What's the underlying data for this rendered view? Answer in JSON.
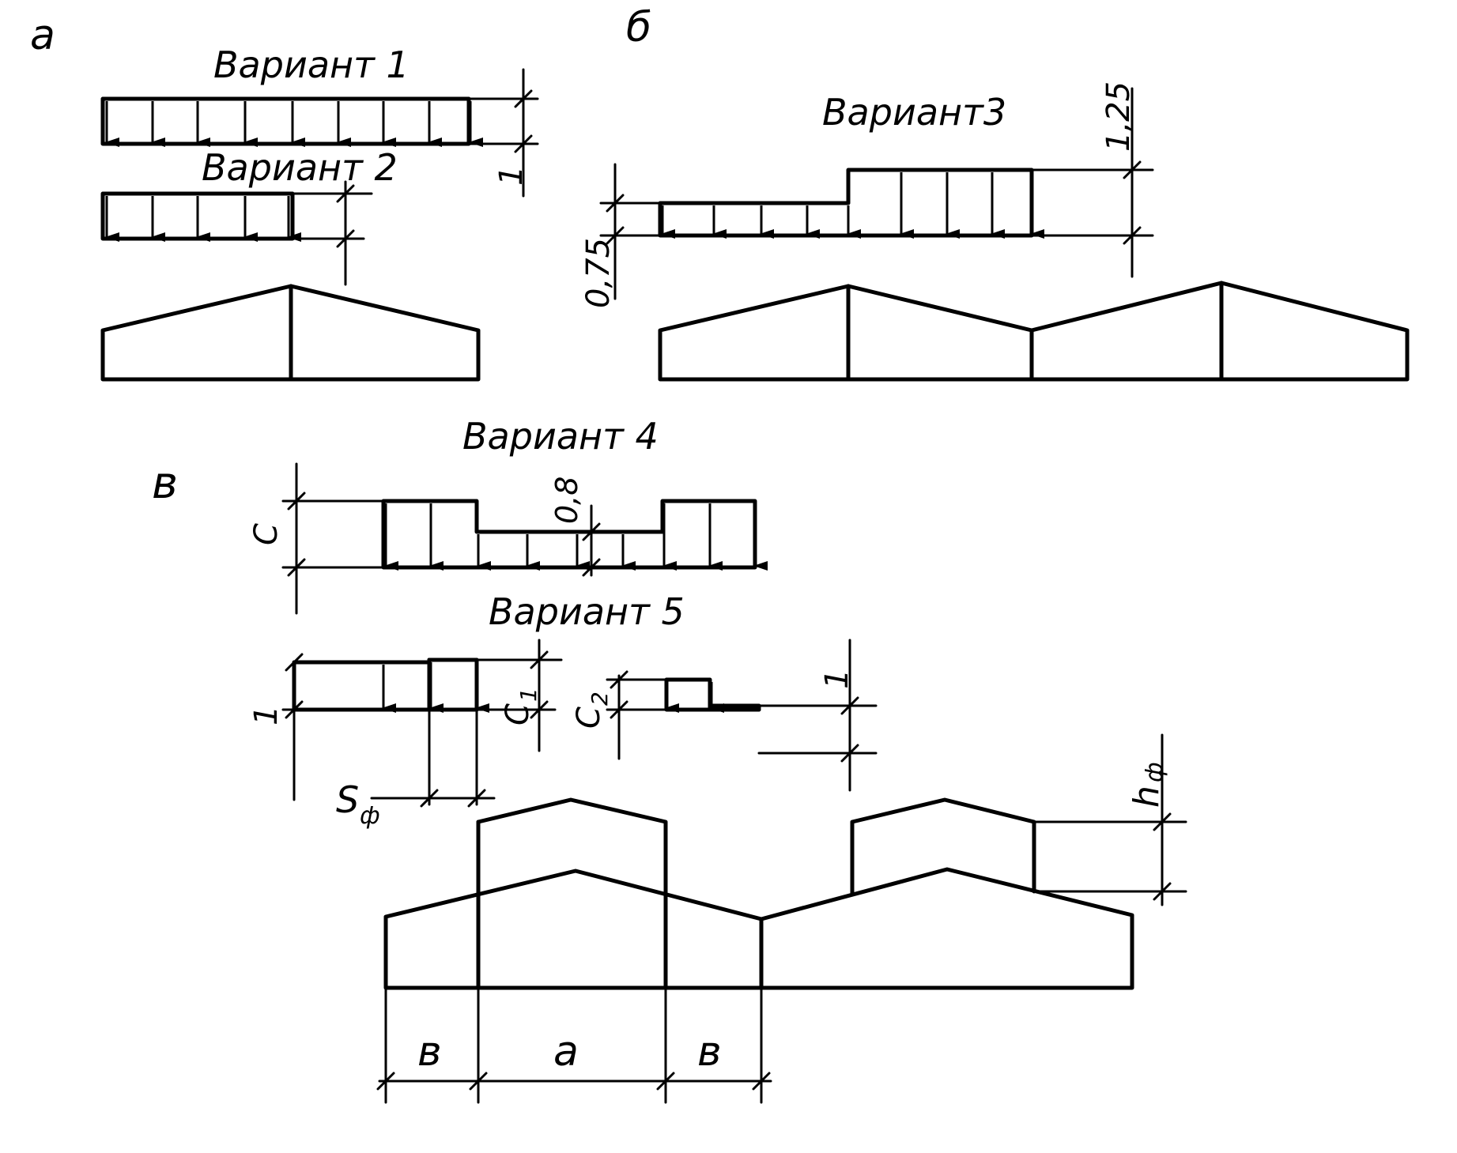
{
  "panels": {
    "a": "а",
    "b": "б",
    "v": "в"
  },
  "variants": {
    "v1": "Вариант 1",
    "v2": "Вариант 2",
    "v3": "Вариант3",
    "v4": "Вариант 4",
    "v5": "Вариант 5"
  },
  "coefficients": {
    "one_v1": "1",
    "one_v5_left": "1",
    "one_v5_right": "1",
    "k_125": "1,25",
    "k_075": "0,75",
    "k_08": "0,8",
    "c": "С",
    "c1": "С",
    "c1_sub": "1",
    "c2": "С",
    "c2_sub": "2"
  },
  "dimensions": {
    "s_f": "S",
    "s_f_sub": "ф",
    "h_f": "h",
    "h_f_sub": "ф",
    "b_left": "в",
    "a": "а",
    "b_right": "в"
  },
  "colors": {
    "ink": "#000000",
    "paper": "#ffffff"
  }
}
